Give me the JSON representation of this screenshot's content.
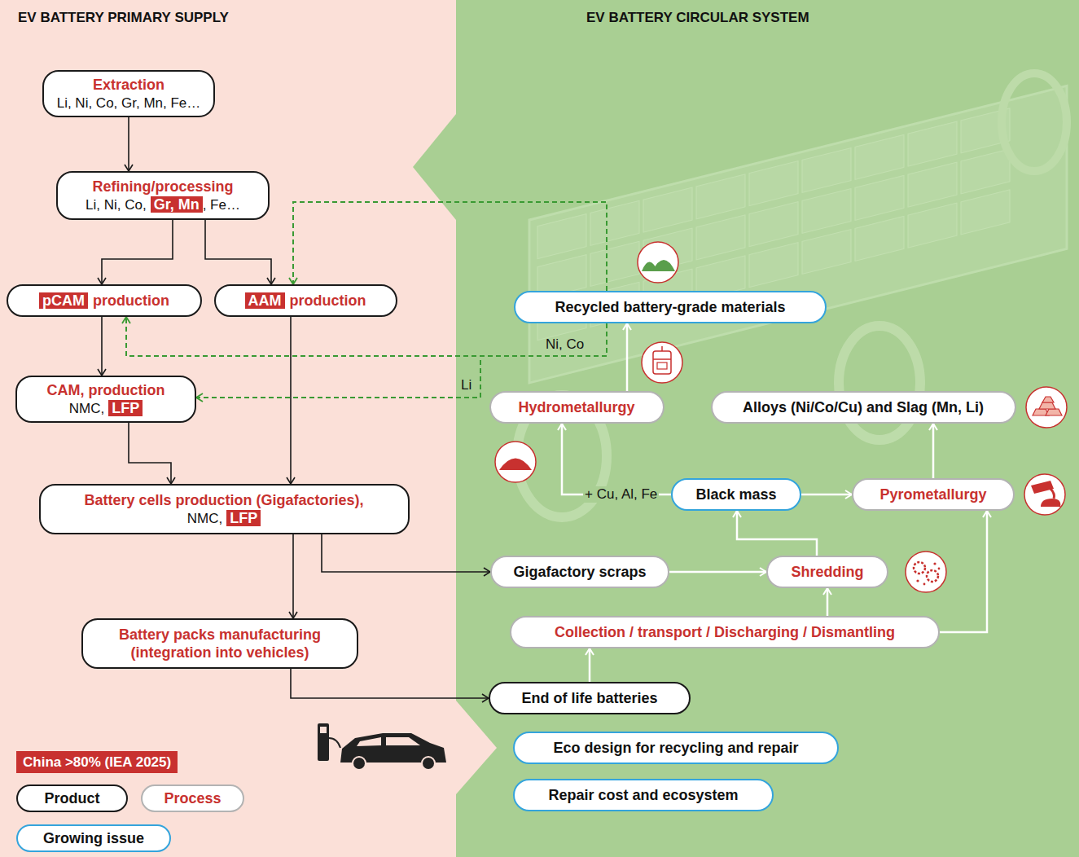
{
  "diagram": {
    "nodes": [
      {
        "text": [
          "Extraction",
          "Li, Ni, Co, Gr, Mn, Fe…"
        ]
      },
      {
        "text": [
          "Refining/processing",
          "Li, Ni, Co,",
          "Gr, Mn",
          ", Fe…"
        ]
      },
      {
        "text": [
          "pCAM",
          "production"
        ]
      },
      {
        "text": [
          "AAM",
          "production"
        ]
      },
      {
        "text": [
          "CAM, production",
          "NMC,",
          "LFP"
        ]
      },
      {
        "text": [
          "Battery cells production (Gigafactories),",
          "NMC,",
          "LFP"
        ]
      },
      {
        "text": [
          "Battery packs manufacturing (integration into vehicles)"
        ]
      },
      {
        "text": [
          "Recycled battery-grade materials"
        ]
      },
      {
        "text": [
          "Hydrometallurgy"
        ]
      },
      {
        "text": [
          "Alloys (Ni/Co/Cu) and Slag (Mn, Li)"
        ]
      },
      {
        "text": [
          "Black mass"
        ]
      },
      {
        "text": [
          "Pyrometallurgy"
        ]
      },
      {
        "text": [
          "Gigafactory scraps"
        ]
      },
      {
        "text": [
          "Shredding"
        ]
      },
      {
        "text": [
          "Collection / transport / Discharging / Dismantling"
        ]
      },
      {
        "text": [
          "End of life batteries"
        ]
      },
      {
        "text": [
          "Eco design for recycling and repair"
        ]
      },
      {
        "text": [
          "Repair cost and ecosystem"
        ]
      }
    ],
    "edges": [
      {
        "from": 0,
        "to": 1,
        "arrow": "to"
      },
      {
        "from": 1,
        "to": 2,
        "arrow": "to"
      },
      {
        "from": 1,
        "to": 3,
        "arrow": "to"
      },
      {
        "from": 2,
        "to": 4,
        "arrow": "to"
      },
      {
        "from": 4,
        "to": 5,
        "arrow": "to"
      },
      {
        "from": 3,
        "to": 5,
        "arrow": "to"
      },
      {
        "from": 5,
        "to": 6,
        "arrow": "to"
      },
      {
        "from": 5,
        "to": 12,
        "arrow": "to"
      },
      {
        "from": 6,
        "to": 15,
        "arrow": "to"
      },
      {
        "from": 7,
        "to": 3,
        "arrow": "to"
      },
      {
        "from": 7,
        "to": 2,
        "label": "Ni, Co",
        "arrow": "to"
      },
      {
        "from": 7,
        "to": 4,
        "label": "Li",
        "arrow": "to"
      },
      {
        "from": 8,
        "to": 7,
        "arrow": "to"
      },
      {
        "from": 11,
        "to": 9,
        "arrow": "to"
      },
      {
        "from": 10,
        "to": 8,
        "label": "+ Cu, Al, Fe",
        "arrow": "to"
      },
      {
        "from": 10,
        "to": 11,
        "arrow": "to"
      },
      {
        "from": 12,
        "to": 13,
        "arrow": "to"
      },
      {
        "from": 13,
        "to": 10,
        "arrow": "to"
      },
      {
        "from": 14,
        "to": 13,
        "arrow": "to"
      },
      {
        "from": 14,
        "to": 11,
        "arrow": "to"
      },
      {
        "from": 15,
        "to": 14,
        "arrow": "to"
      }
    ],
    "labels": [
      "EV BATTERY PRIMARY SUPPLY",
      "EV BATTERY CIRCULAR SYSTEM"
    ],
    "legend": [
      {
        "text": "China >80% (IEA 2025)",
        "color": "#c8312f"
      },
      {
        "text": "Product"
      },
      {
        "text": "Process"
      },
      {
        "text": "Growing issue"
      }
    ]
  }
}
